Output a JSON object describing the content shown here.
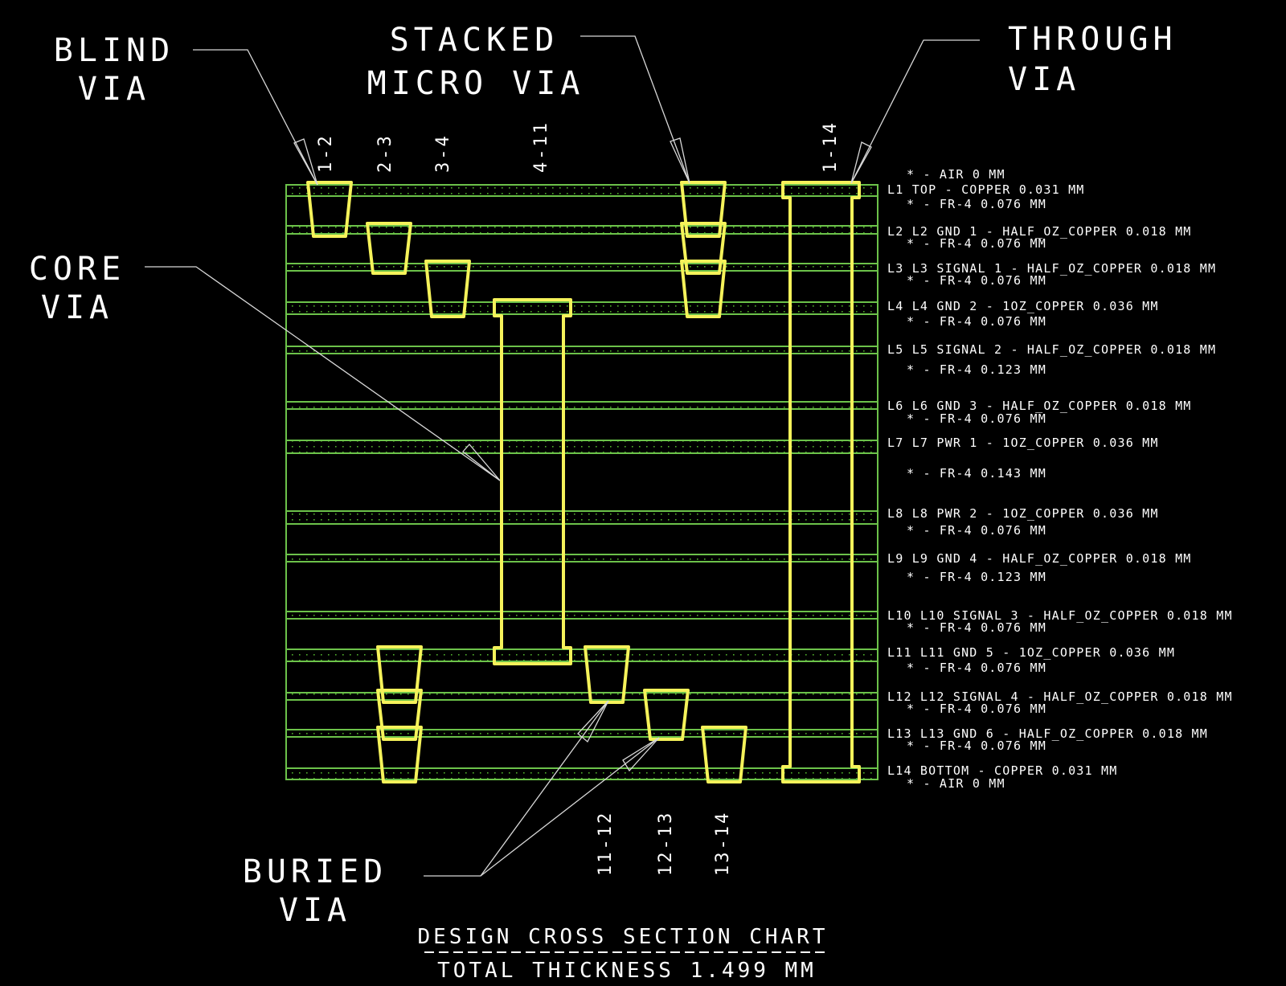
{
  "callouts": {
    "blind_via": [
      "BLIND",
      "VIA"
    ],
    "stacked_micro_via": [
      "STACKED",
      "MICRO VIA"
    ],
    "through_via": [
      "THROUGH",
      "VIA"
    ],
    "core_via": [
      "CORE",
      "VIA"
    ],
    "buried_via": [
      "BURIED",
      "VIA"
    ]
  },
  "via_spans_top": [
    "1-2",
    "2-3",
    "3-4",
    "4-11",
    "1-14"
  ],
  "via_spans_bottom": [
    "11-12",
    "12-13",
    "13-14"
  ],
  "stackup": [
    {
      "type": "dielectric",
      "text": "*  - AIR 0 MM"
    },
    {
      "type": "copper",
      "layer": 1,
      "text": "L1 TOP - COPPER 0.031 MM"
    },
    {
      "type": "dielectric",
      "text": "*  - FR-4 0.076 MM"
    },
    {
      "type": "copper",
      "layer": 2,
      "text": "L2 L2 GND 1 - HALF_OZ_COPPER 0.018 MM"
    },
    {
      "type": "dielectric",
      "text": "*  - FR-4 0.076 MM"
    },
    {
      "type": "copper",
      "layer": 3,
      "text": "L3 L3 SIGNAL 1 - HALF_OZ_COPPER 0.018 MM"
    },
    {
      "type": "dielectric",
      "text": "*  - FR-4 0.076 MM"
    },
    {
      "type": "copper",
      "layer": 4,
      "text": "L4 L4 GND 2 - 1OZ_COPPER 0.036 MM"
    },
    {
      "type": "dielectric",
      "text": "*  - FR-4 0.076 MM"
    },
    {
      "type": "copper",
      "layer": 5,
      "text": "L5 L5 SIGNAL 2 - HALF_OZ_COPPER 0.018 MM"
    },
    {
      "type": "dielectric",
      "text": "*  - FR-4 0.123 MM"
    },
    {
      "type": "copper",
      "layer": 6,
      "text": "L6 L6 GND 3 - HALF_OZ_COPPER 0.018 MM"
    },
    {
      "type": "dielectric",
      "text": "*  - FR-4 0.076 MM"
    },
    {
      "type": "copper",
      "layer": 7,
      "text": "L7 L7 PWR 1 - 1OZ_COPPER 0.036 MM"
    },
    {
      "type": "dielectric",
      "text": "*  - FR-4 0.143 MM"
    },
    {
      "type": "copper",
      "layer": 8,
      "text": "L8 L8 PWR 2 - 1OZ_COPPER 0.036 MM"
    },
    {
      "type": "dielectric",
      "text": "*  - FR-4 0.076 MM"
    },
    {
      "type": "copper",
      "layer": 9,
      "text": "L9 L9 GND 4 - HALF_OZ_COPPER 0.018 MM"
    },
    {
      "type": "dielectric",
      "text": "*  - FR-4 0.123 MM"
    },
    {
      "type": "copper",
      "layer": 10,
      "text": "L10 L10 SIGNAL 3 - HALF_OZ_COPPER 0.018 MM"
    },
    {
      "type": "dielectric",
      "text": "*  - FR-4 0.076 MM"
    },
    {
      "type": "copper",
      "layer": 11,
      "text": "L11 L11 GND 5 - 1OZ_COPPER 0.036 MM"
    },
    {
      "type": "dielectric",
      "text": "*  - FR-4 0.076 MM"
    },
    {
      "type": "copper",
      "layer": 12,
      "text": "L12 L12 SIGNAL 4 - HALF_OZ_COPPER 0.018 MM"
    },
    {
      "type": "dielectric",
      "text": "*  - FR-4 0.076 MM"
    },
    {
      "type": "copper",
      "layer": 13,
      "text": "L13 L13 GND 6 - HALF_OZ_COPPER 0.018 MM"
    },
    {
      "type": "dielectric",
      "text": "*  - FR-4 0.076 MM"
    },
    {
      "type": "copper",
      "layer": 14,
      "text": "L14 BOTTOM - COPPER 0.031 MM"
    },
    {
      "type": "dielectric",
      "text": "*  - AIR 0 MM"
    }
  ],
  "vias": [
    {
      "kind": "blind",
      "from": 1,
      "to": 2
    },
    {
      "kind": "micro",
      "from": 2,
      "to": 3
    },
    {
      "kind": "micro",
      "from": 3,
      "to": 4
    },
    {
      "kind": "core",
      "from": 4,
      "to": 11
    },
    {
      "kind": "stacked",
      "from": 1,
      "to": 2
    },
    {
      "kind": "stacked",
      "from": 2,
      "to": 3
    },
    {
      "kind": "stacked",
      "from": 3,
      "to": 4
    },
    {
      "kind": "through",
      "from": 1,
      "to": 14
    },
    {
      "kind": "stacked",
      "from": 11,
      "to": 12
    },
    {
      "kind": "stacked",
      "from": 12,
      "to": 13
    },
    {
      "kind": "stacked",
      "from": 13,
      "to": 14
    },
    {
      "kind": "buried",
      "from": 11,
      "to": 12
    },
    {
      "kind": "buried",
      "from": 12,
      "to": 13
    },
    {
      "kind": "micro",
      "from": 13,
      "to": 14
    }
  ],
  "title": "DESIGN CROSS SECTION CHART",
  "separator": "- - - - - - - - - - - - - - - - - - - -",
  "total_thickness": "TOTAL THICKNESS 1.499 MM",
  "colors": {
    "background": "#000000",
    "layer_outline": "#6cc24a",
    "copper_dots": "#4fae2c",
    "via": "#f5f25a",
    "leader": "#d8d8d8",
    "text": "#ffffff"
  }
}
